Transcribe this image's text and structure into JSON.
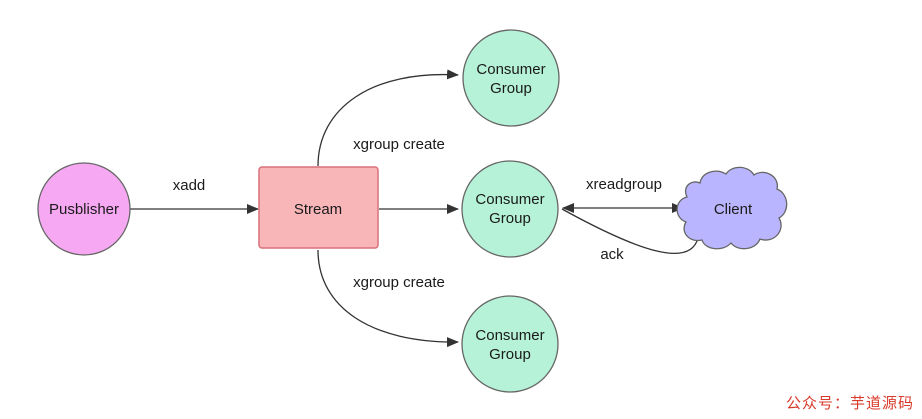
{
  "nodes": {
    "publisher": {
      "label": "Pusblisher"
    },
    "stream": {
      "label": "Stream"
    },
    "group_top": {
      "line1": "Consumer",
      "line2": "Group"
    },
    "group_mid": {
      "line1": "Consumer",
      "line2": "Group"
    },
    "group_bottom": {
      "line1": "Consumer",
      "line2": "Group"
    },
    "client": {
      "label": "Client"
    }
  },
  "edges": {
    "xadd": "xadd",
    "xgroup_create_top": "xgroup create",
    "xgroup_create_bottom": "xgroup create",
    "xreadgroup": "xreadgroup",
    "ack": "ack"
  },
  "colors": {
    "publisher_fill": "#f7a8f3",
    "stream_fill": "#f9b6b9",
    "stream_stroke": "#d9707a",
    "group_fill": "#b6f2d8",
    "client_fill": "#b9b6ff",
    "stroke": "#666666"
  },
  "watermark": "公众号：芋道源码"
}
